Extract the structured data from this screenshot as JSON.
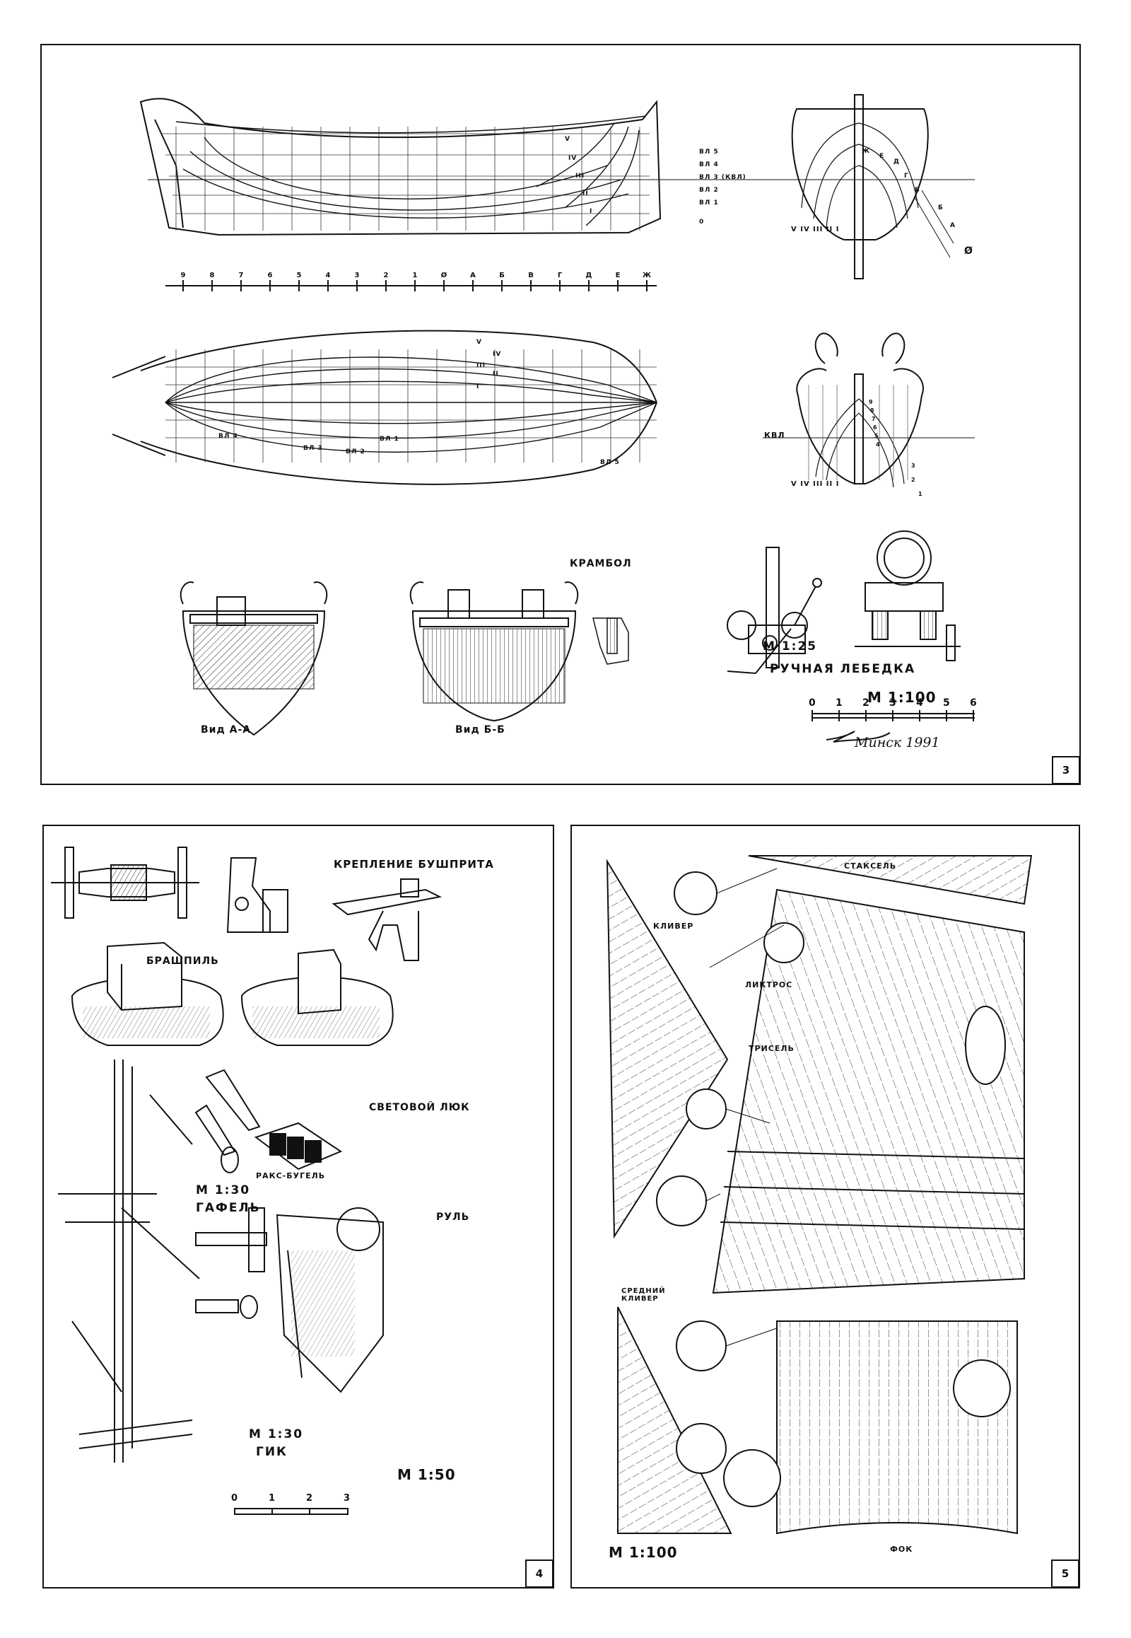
{
  "sheet3": {
    "number": "3",
    "waterlines": [
      "ВЛ 5",
      "ВЛ 4",
      "ВЛ 3 (КВЛ)",
      "ВЛ 2",
      "ВЛ 1",
      "0"
    ],
    "station_scale": [
      "9",
      "8",
      "7",
      "6",
      "5",
      "4",
      "3",
      "2",
      "1",
      "Ø",
      "А",
      "Б",
      "В",
      "Г",
      "Д",
      "Е",
      "Ж"
    ],
    "profile_roman": [
      "V",
      "IV",
      "III",
      "II",
      "I"
    ],
    "bodyplan_top_left": "V IV III II I",
    "bodyplan_top_letters": [
      "Ж",
      "Е",
      "Д",
      "Г",
      "В",
      "Б",
      "А"
    ],
    "bodyplan_top_mark": "Ø",
    "halfbreadth_roman": [
      "V",
      "IV",
      "III",
      "II",
      "I"
    ],
    "halfbreadth_wl": [
      "ВЛ 4",
      "ВЛ 3",
      "ВЛ 2",
      "ВЛ 1",
      "ВЛ 5"
    ],
    "bodyplan_bottom_kvl": "КВЛ",
    "bodyplan_bottom_left": "V IV III II I",
    "bodyplan_bottom_nums": [
      "9",
      "8",
      "7",
      "6",
      "5",
      "4",
      "3",
      "2",
      "1"
    ],
    "kranbol": "КРАМБОЛ",
    "view_a": "Вид А-А",
    "view_b": "Вид Б-Б",
    "winch_scale": "М 1:25",
    "winch_title": "РУЧНАЯ ЛЕБЕДКА",
    "main_scale": "М 1:100",
    "main_scale_ticks": [
      "0",
      "1",
      "2",
      "3",
      "4",
      "5",
      "6"
    ],
    "signature": "Минск 1991"
  },
  "sheet4": {
    "number": "4",
    "bowsprit": "КРЕПЛЕНИЕ БУШПРИТА",
    "windlass": "БРАШПИЛЬ",
    "skylight": "СВЕТОВОЙ ЛЮК",
    "gaff_scale": "М 1:30",
    "gaff": "ГАФЕЛЬ",
    "parrel": "РАКС-БУГЕЛЬ",
    "rudder": "РУЛЬ",
    "boom_scale": "М 1:30",
    "boom": "ГИК",
    "scale": "М 1:50",
    "scale_ticks": [
      "0",
      "1",
      "2",
      "3"
    ]
  },
  "sheet5": {
    "number": "5",
    "staysail": "СТАКСЕЛЬ",
    "jib": "КЛИВЕР",
    "boltrope": "ЛИКТРОС",
    "trysail": "ТРИСЕЛЬ",
    "middle_jib": "СРЕДНИЙ КЛИВЕР",
    "foresail": "ФОК",
    "scale": "М 1:100"
  }
}
